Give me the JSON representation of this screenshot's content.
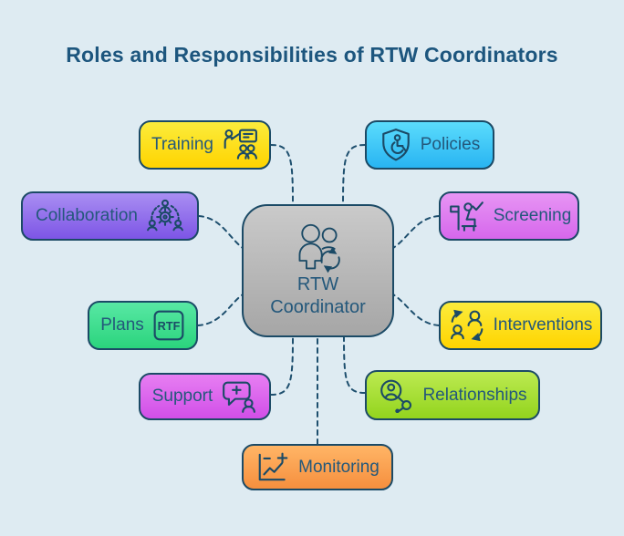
{
  "title": "Roles and Responsibilities of RTW Coordinators",
  "theme": {
    "background": "#DEEBF2",
    "stroke": "#1B4A66",
    "text": "#24587B",
    "title_color": "#1D567E",
    "connector": "#1E4F6E"
  },
  "center": {
    "line1": "RTW",
    "line2": "Coordinator",
    "icon": "people-sync-icon",
    "fill_top": "#CACACA",
    "fill_bottom": "#A6A6A6"
  },
  "nodes": [
    {
      "id": "training",
      "label": "Training",
      "icon": "trainer-presentation-icon",
      "fill_top": "#FBEC3C",
      "fill_bottom": "#FFD400"
    },
    {
      "id": "policies",
      "label": "Policies",
      "icon": "shield-accessibility-icon",
      "fill_top": "#5BDCFC",
      "fill_bottom": "#28B4F2"
    },
    {
      "id": "collaboration",
      "label": "Collaboration",
      "icon": "team-gear-icon",
      "fill_top": "#A98EF2",
      "fill_bottom": "#7D55E6"
    },
    {
      "id": "screening",
      "label": "Screening",
      "icon": "interview-check-icon",
      "fill_top": "#E795F4",
      "fill_bottom": "#D667EC"
    },
    {
      "id": "plans",
      "label": "Plans",
      "icon": "rtf-document-icon",
      "icon_text": "RTF",
      "fill_top": "#58E8A4",
      "fill_bottom": "#2BD47D"
    },
    {
      "id": "interventions",
      "label": "Interventions",
      "icon": "people-exchange-icon",
      "fill_top": "#FBEC3C",
      "fill_bottom": "#FFD400"
    },
    {
      "id": "support",
      "label": "Support",
      "icon": "chat-medical-person-icon",
      "fill_top": "#E77EF2",
      "fill_bottom": "#D14FE8"
    },
    {
      "id": "relationships",
      "label": "Relationships",
      "icon": "person-network-icon",
      "fill_top": "#BCEA51",
      "fill_bottom": "#93D41E"
    },
    {
      "id": "monitoring",
      "label": "Monitoring",
      "icon": "chart-plus-icon",
      "fill_top": "#FFB566",
      "fill_bottom": "#F68F3E"
    }
  ],
  "edges": [
    {
      "from": "rtw-coordinator",
      "to": "training"
    },
    {
      "from": "rtw-coordinator",
      "to": "policies"
    },
    {
      "from": "rtw-coordinator",
      "to": "collaboration"
    },
    {
      "from": "rtw-coordinator",
      "to": "screening"
    },
    {
      "from": "rtw-coordinator",
      "to": "plans"
    },
    {
      "from": "rtw-coordinator",
      "to": "interventions"
    },
    {
      "from": "rtw-coordinator",
      "to": "support"
    },
    {
      "from": "rtw-coordinator",
      "to": "relationships"
    },
    {
      "from": "rtw-coordinator",
      "to": "monitoring"
    }
  ]
}
